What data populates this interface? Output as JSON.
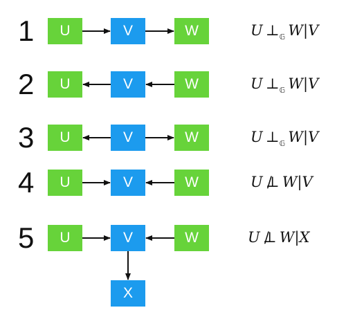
{
  "colors": {
    "green": "#67D33A",
    "blue": "#1C9BEE",
    "arrow": "#111111"
  },
  "rows": [
    {
      "number": "1",
      "nodes": [
        "U",
        "V",
        "W"
      ],
      "edges": [
        [
          "U",
          "V"
        ],
        [
          "V",
          "W"
        ]
      ],
      "expression": {
        "left": "U",
        "symbol": "⊥",
        "subscript": "𝔾",
        "right": "W",
        "bar": "|",
        "given": "V"
      }
    },
    {
      "number": "2",
      "nodes": [
        "U",
        "V",
        "W"
      ],
      "edges": [
        [
          "V",
          "U"
        ],
        [
          "W",
          "V"
        ]
      ],
      "expression": {
        "left": "U",
        "symbol": "⊥",
        "subscript": "𝔾",
        "right": "W",
        "bar": "|",
        "given": "V"
      }
    },
    {
      "number": "3",
      "nodes": [
        "U",
        "V",
        "W"
      ],
      "edges": [
        [
          "V",
          "U"
        ],
        [
          "V",
          "W"
        ]
      ],
      "expression": {
        "left": "U",
        "symbol": "⊥",
        "subscript": "𝔾",
        "right": "W",
        "bar": "|",
        "given": "V"
      }
    },
    {
      "number": "4",
      "nodes": [
        "U",
        "V",
        "W"
      ],
      "edges": [
        [
          "U",
          "V"
        ],
        [
          "W",
          "V"
        ]
      ],
      "expression": {
        "left": "U",
        "symbol": "⊥",
        "subscript": "",
        "right": "W",
        "bar": "|",
        "given": "V"
      }
    },
    {
      "number": "5",
      "nodes": [
        "U",
        "V",
        "W",
        "X"
      ],
      "edges": [
        [
          "U",
          "V"
        ],
        [
          "W",
          "V"
        ],
        [
          "V",
          "X"
        ]
      ],
      "expression": {
        "left": "U",
        "symbol": "⊥",
        "subscript": "",
        "right": "W",
        "bar": "|",
        "given": "X"
      }
    }
  ],
  "negation_slash": "/"
}
